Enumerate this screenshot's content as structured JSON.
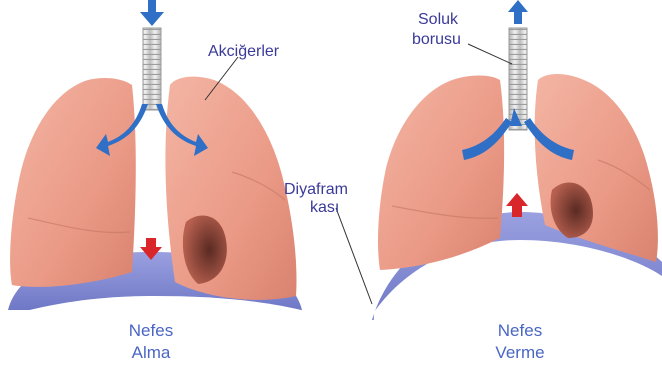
{
  "labels": {
    "lungs": "Akciğerler",
    "trachea_line1": "Soluk",
    "trachea_line2": "borusu",
    "diaphragm_line1": "Diyafram",
    "diaphragm_line2": "kası"
  },
  "panels": [
    {
      "caption_line1": "Nefes",
      "caption_line2": "Alma"
    },
    {
      "caption_line1": "Nefes",
      "caption_line2": "Verme"
    }
  ],
  "colors": {
    "lung": "#ea9a86",
    "lung_dark": "#c8705e",
    "diaphragm": "#8b92d8",
    "trachea": "#d8d8d8",
    "air_arrow": "#2f6fc6",
    "diaphragm_arrow": "#d9262b",
    "label_text": "#3a3a99",
    "caption_text": "#4a66c4"
  },
  "icons": [
    "air-inflow-arrow-icon",
    "air-outflow-arrow-icon",
    "diaphragm-down-arrow-icon",
    "diaphragm-up-arrow-icon"
  ]
}
